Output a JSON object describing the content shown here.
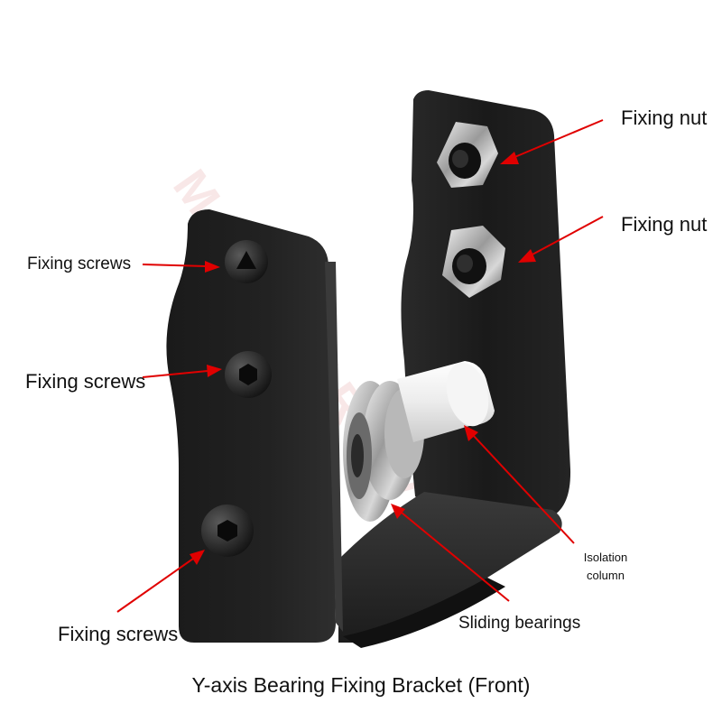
{
  "labels": {
    "fixing_nut_top": "Fixing nut",
    "fixing_nut_bottom": "Fixing nut",
    "fixing_screws_top": "Fixing screws",
    "fixing_screws_middle": "Fixing screws",
    "fixing_screws_bottom": "Fixing screws",
    "isolation_column_line1": "Isolation",
    "isolation_column_line2": "column",
    "sliding_bearings": "Sliding bearings"
  },
  "caption": "Y-axis Bearing Fixing Bracket (Front)",
  "watermark": "MACOTRAVEL",
  "colors": {
    "arrow": "#e00000",
    "bracket": "#1c1c1c",
    "background": "#ffffff"
  }
}
